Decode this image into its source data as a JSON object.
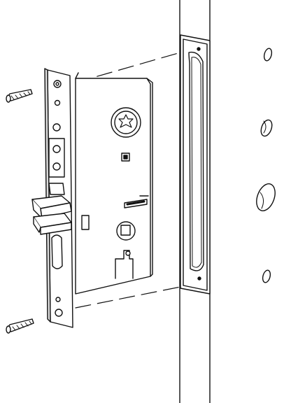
{
  "figure": {
    "parts": [
      "door-edge",
      "strike-plate",
      "lock-case",
      "faceplate",
      "latch-bolt",
      "deadbolt",
      "mounting-screw",
      "cylinder-holes"
    ],
    "colors": {
      "line": "#111111",
      "fill": "#ffffff",
      "shade": "#d9d9d9"
    }
  }
}
